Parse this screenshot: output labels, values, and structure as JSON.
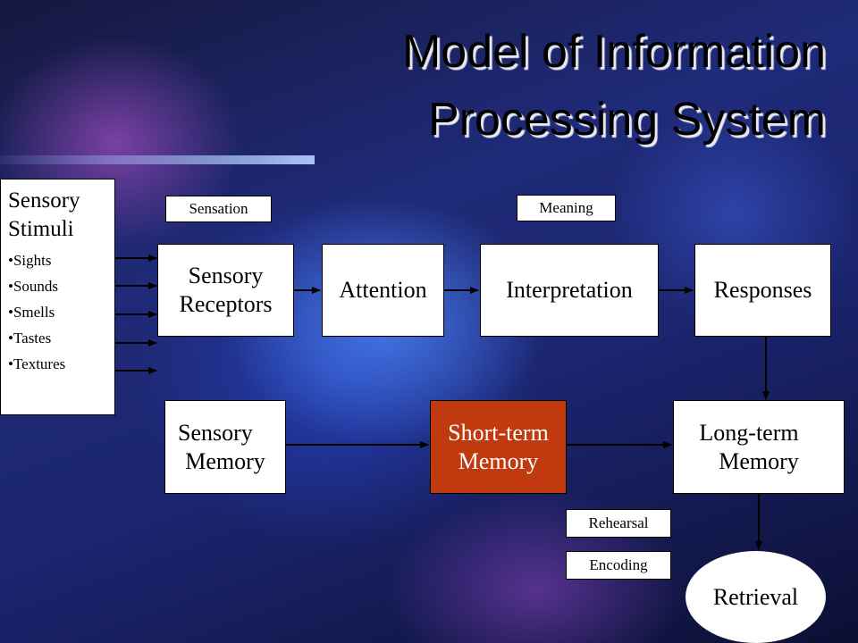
{
  "title": {
    "line1": "Model of Information",
    "line2": "Processing System"
  },
  "stimuli": {
    "heading_line1": "Sensory",
    "heading_line2": "Stimuli",
    "items": [
      "•Sights",
      "•Sounds",
      "•Smells",
      "•Tastes",
      "•Textures"
    ]
  },
  "labels": {
    "sensation": "Sensation",
    "meaning": "Meaning",
    "rehearsal": "Rehearsal",
    "encoding": "Encoding"
  },
  "nodes": {
    "sensory_receptors": {
      "line1": "Sensory",
      "line2": "Receptors"
    },
    "attention": "Attention",
    "interpretation": "Interpretation",
    "responses": "Responses",
    "sensory_memory": {
      "line1": "Sensory",
      "line2": "Memory"
    },
    "short_term_memory": {
      "line1": "Short-term",
      "line2": "Memory"
    },
    "long_term_memory": {
      "line1": "Long-term",
      "line2": "Memory"
    },
    "retrieval": "Retrieval"
  },
  "colors": {
    "short_term_memory_fill": "#c0390f",
    "box_fill": "#ffffff"
  }
}
